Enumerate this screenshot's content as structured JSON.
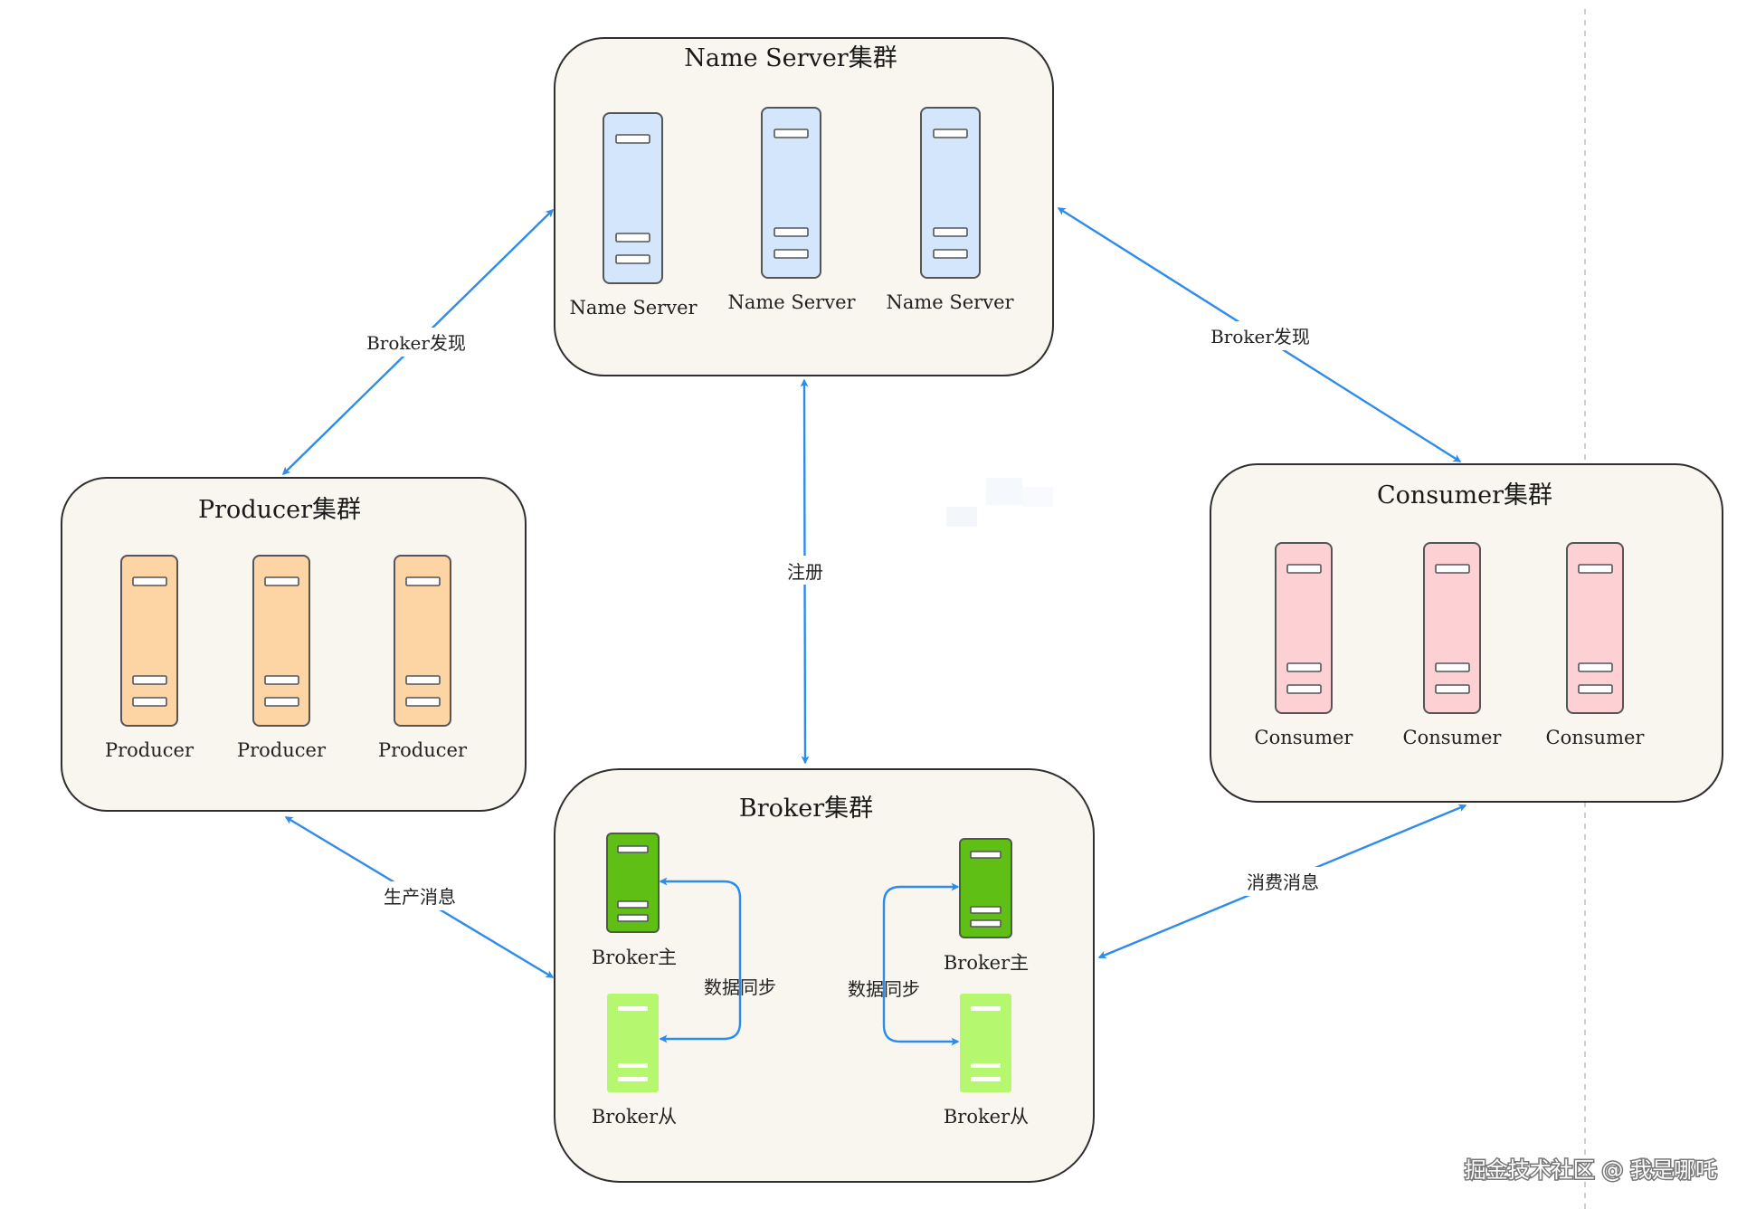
{
  "clusters": {
    "nameserver": {
      "title": "Name Server集群",
      "nodes": [
        "Name Server",
        "Name Server",
        "Name Server"
      ]
    },
    "producer": {
      "title": "Producer集群",
      "nodes": [
        "Producer",
        "Producer",
        "Producer"
      ]
    },
    "consumer": {
      "title": "Consumer集群",
      "nodes": [
        "Consumer",
        "Consumer",
        "Consumer"
      ]
    },
    "broker": {
      "title": "Broker集群",
      "nodes": {
        "left_master": "Broker主",
        "left_slave": "Broker从",
        "right_master": "Broker主",
        "right_slave": "Broker从"
      }
    }
  },
  "edges": {
    "producer_nameserver": "Broker发现",
    "consumer_nameserver": "Broker发现",
    "broker_nameserver": "注册",
    "producer_broker": "生产消息",
    "consumer_broker": "消费消息",
    "left_sync": "数据同步",
    "right_sync": "数据同步"
  },
  "colors": {
    "nameserver_server": "#d4e6fb",
    "producer_server": "#fdd4a4",
    "consumer_server": "#fdd0d4",
    "broker_master": "#5fbf14",
    "broker_slave": "#b6f770",
    "arrow": "#2d8ceb",
    "cluster_fill": "#f8f6ef"
  },
  "watermark": "掘金技术社区 @ 我是哪吒"
}
